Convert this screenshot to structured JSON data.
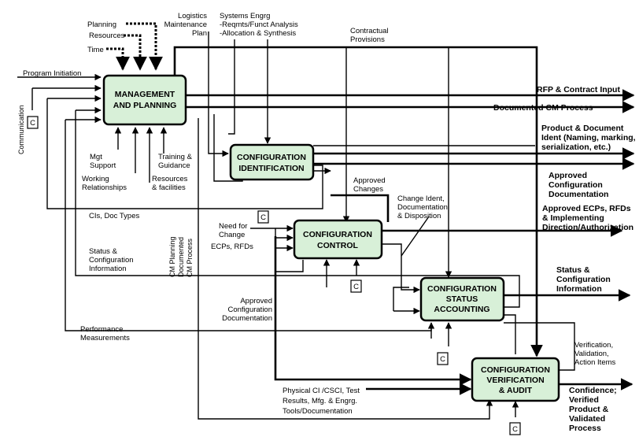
{
  "boxes": {
    "management": [
      "MANAGEMENT",
      "AND PLANNING"
    ],
    "identification": [
      "CONFIGURATION",
      "IDENTIFICATION"
    ],
    "control": [
      "CONFIGURATION",
      "CONTROL"
    ],
    "status": [
      "CONFIGURATION",
      "STATUS",
      "ACCOUNTING"
    ],
    "verification": [
      "CONFIGURATION",
      "VERIFICATION",
      "& AUDIT"
    ]
  },
  "constraint_label": "C",
  "inputs": {
    "planning": "Planning",
    "resources": "Resources",
    "time": "Time",
    "logistics": [
      "Logistics",
      "Maintenance",
      "Plan"
    ],
    "systems_engrg": [
      "Systems Engrg",
      "-Reqmts/Funct Analysis",
      "-Allocation & Synthesis"
    ],
    "contractual": [
      "Contractual",
      "Provisions"
    ],
    "program_initiation": "Program Initiation",
    "communication": "Communication",
    "mgt_support": [
      "Mgt",
      "Support"
    ],
    "working_relationships": [
      "Working",
      "Relationships"
    ],
    "resources_facilities": [
      "Resources",
      "& facilities"
    ],
    "training": [
      "Training &",
      "Guidance"
    ],
    "cis_doc_types": "CIs, Doc Types",
    "status_config_info_left": [
      "Status &",
      "Configuration",
      "Information"
    ],
    "cm_planning_vertical": [
      "CM Planning",
      "Documented",
      "CM Process"
    ],
    "need_for_change": [
      "Need for",
      "Change"
    ],
    "ecps_rfds": "ECPs, RFDs",
    "approved_changes": [
      "Approved",
      "Changes"
    ],
    "change_ident": [
      "Change Ident,",
      "Documentation",
      "& Disposition"
    ],
    "approved_config_doc_left": [
      "Approved",
      "Configuration",
      "Documentation"
    ],
    "performance": [
      "Performance",
      "Measurements"
    ],
    "physical_ci": [
      "Physical CI /CSCI, Test",
      "Results, Mfg. & Engrg.",
      "Tools/Documentation"
    ],
    "verification_items": [
      "Verification,",
      "Validation,",
      "Action Items"
    ]
  },
  "outputs": {
    "rfp": "RFP & Contract Input",
    "documented_cm": "Documented CM Process",
    "product_doc": [
      "Product & Document",
      "Ident (Naming, marking,",
      "serialization, etc.)"
    ],
    "approved_config_doc": [
      "Approved",
      "Configuration",
      "Documentation"
    ],
    "approved_ecps": [
      "Approved ECPs, RFDs",
      "& Implementing",
      "Direction/Authorization"
    ],
    "status_info": [
      "Status &",
      "Configuration",
      "Information"
    ],
    "confidence": [
      "Confidence;",
      "Verified",
      "Product &",
      "Validated",
      "Process"
    ]
  }
}
